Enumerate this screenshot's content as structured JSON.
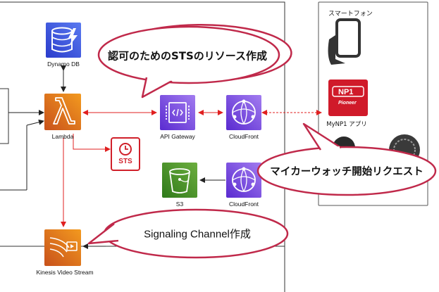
{
  "nodes": {
    "dynamodb": {
      "label": "Dynamo DB",
      "icon": "dynamodb-icon"
    },
    "lambda": {
      "label": "Lambda",
      "icon": "lambda-icon"
    },
    "sts": {
      "label": "STS",
      "icon": "sts-icon"
    },
    "api_gateway": {
      "label": "API Gateway",
      "icon": "api-gateway-icon"
    },
    "cloudfront_top": {
      "label": "CloudFront",
      "icon": "cloudfront-icon"
    },
    "s3": {
      "label": "S3",
      "icon": "s3-bucket-icon"
    },
    "cloudfront_bottom": {
      "label": "CloudFront",
      "icon": "cloudfront-icon"
    },
    "kinesis": {
      "label": "Kinesis Video Stream",
      "icon": "kinesis-video-icon"
    }
  },
  "smartphone": {
    "title": "スマートフォン",
    "app_label": "MyNP1 アプリ",
    "app_logo_text": "NP1",
    "app_logo_sub": "Pioneer"
  },
  "callouts": {
    "sts_resource": "認可のためのSTSのリソース作成",
    "mycar_watch": "マイカーウォッチ開始リクエスト",
    "signaling": "Signaling Channel作成"
  },
  "colors": {
    "arrow_red": "#e02020",
    "bubble_border": "#c0294a",
    "lambda_orange": "#e8731b",
    "api_purple": "#7c4ddb",
    "s3_green": "#3f8f24",
    "dynamo_blue": "#3b4fd8",
    "np1_red": "#d01a2a"
  }
}
